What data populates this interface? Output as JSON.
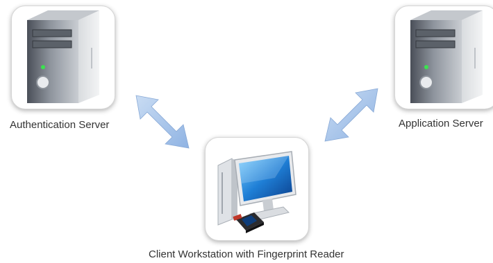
{
  "nodes": {
    "auth_server": {
      "label": "Authentication Server",
      "icon": "server-tower-icon"
    },
    "app_server": {
      "label": "Application Server",
      "icon": "server-tower-icon"
    },
    "client": {
      "label": "Client Workstation with Fingerprint Reader",
      "icon": "workstation-fingerprint-icon"
    }
  },
  "arrows": [
    {
      "from": "auth_server",
      "to": "client",
      "style": "bidirectional"
    },
    {
      "from": "client",
      "to": "app_server",
      "style": "bidirectional"
    }
  ],
  "colors": {
    "arrow": "#a9c6ea",
    "node_border": "#d6d6d6",
    "label": "#333333"
  }
}
